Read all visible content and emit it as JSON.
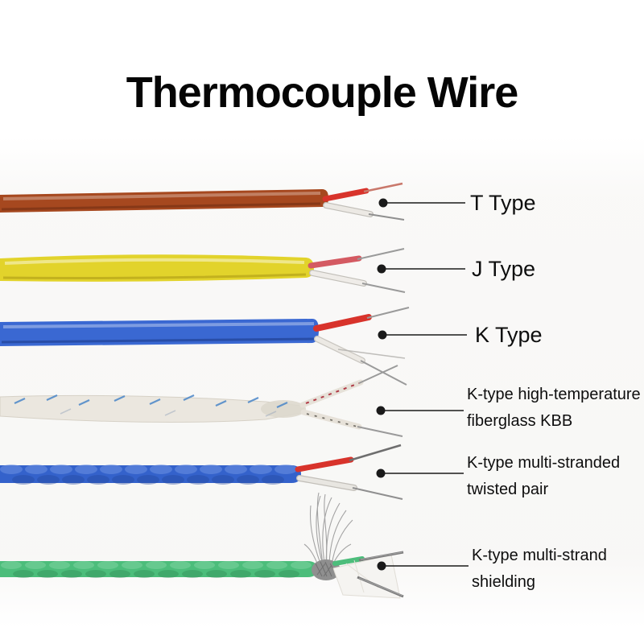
{
  "title": "Thermocouple Wire",
  "leader": {
    "color": "#1a1a1a"
  },
  "wires": [
    {
      "id": "t-type",
      "label_line1": "T Type",
      "label_line2": "",
      "jacket_color": "#a6481f",
      "inner_pos": "#d8332b",
      "inner_neg": "#ece9e4",
      "tip_color": "#9a9a9a"
    },
    {
      "id": "j-type",
      "label_line1": "J Type",
      "label_line2": "",
      "jacket_color": "#e2d32b",
      "inner_pos": "#d45a62",
      "inner_neg": "#efece8",
      "tip_color": "#9a9a9a"
    },
    {
      "id": "k-type",
      "label_line1": "K Type",
      "label_line2": "",
      "jacket_color": "#3a68d2",
      "inner_pos": "#d8332b",
      "inner_neg": "#ece9e4",
      "tip_color": "#9a9a9a"
    },
    {
      "id": "k-fiberglass",
      "label_line1": "K-type high-temperature",
      "label_line2": "fiberglass KBB",
      "jacket_color": "#ebe7df",
      "inner_pos": "#e6e1d8",
      "inner_neg": "#e6e1d8",
      "tip_color": "#9a9a9a",
      "tracer_blue": "#4a86c8",
      "tracer_red": "#b03a46",
      "tracer_dark": "#6b675f"
    },
    {
      "id": "k-twisted-pair",
      "label_line1": "K-type multi-stranded",
      "label_line2": "twisted pair",
      "jacket_color": "#3462cb",
      "inner_pos": "#d8332b",
      "inner_neg": "#e8e6e1",
      "tip_color": "#8f8f8f"
    },
    {
      "id": "k-shielded",
      "label_line1": "K-type multi-strand",
      "label_line2": "shielding",
      "jacket_color": "#4cbd7b",
      "inner_pos": "#7a7a7a",
      "inner_neg": "#7a7a7a",
      "shield_color": "#8f8f8f",
      "tape_color": "#f5f4f1"
    }
  ]
}
